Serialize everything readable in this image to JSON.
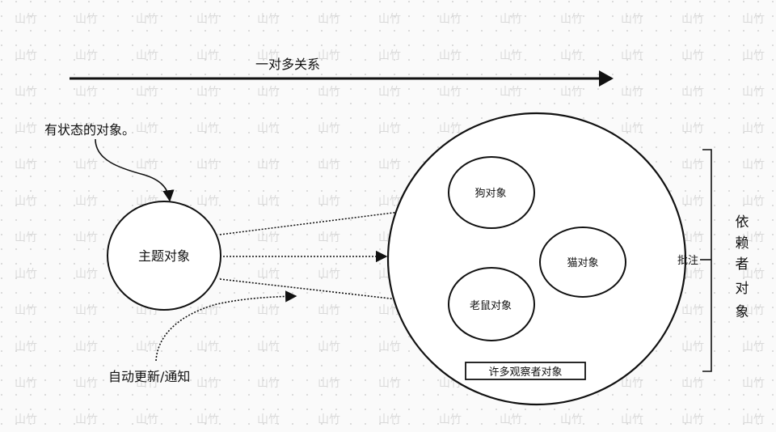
{
  "diagram": {
    "top_arrow_label": "一对多关系",
    "stateful_label": "有状态的对象。",
    "subject_label": "主题对象",
    "auto_update_label": "自动更新/通知",
    "observers_label": "许多观察者对象",
    "dog_label": "狗对象",
    "cat_label": "猫对象",
    "mouse_label": "老鼠对象",
    "annotation_label": "批注",
    "dependents_label": [
      "依",
      "赖",
      "者",
      "对",
      "象"
    ]
  },
  "watermark": {
    "text": "山竹"
  }
}
